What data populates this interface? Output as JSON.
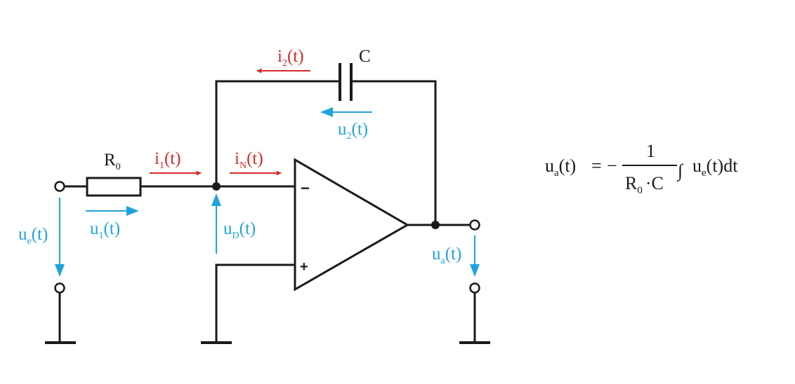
{
  "colors": {
    "wire": "#1a1a1a",
    "current": "#d42a2a",
    "voltage": "#1fa3dc",
    "background": "#ffffff"
  },
  "components": {
    "resistor": {
      "base": "R",
      "sub": "0"
    },
    "capacitor": {
      "text": "C"
    },
    "opamp": {
      "inverting": "−",
      "noninverting": "+"
    }
  },
  "currents": {
    "i1": {
      "base": "i",
      "sub": "1",
      "tail": "(t)"
    },
    "iN": {
      "base": "i",
      "sub": "N",
      "tail": "(t)"
    },
    "i2": {
      "base": "i",
      "sub": "2",
      "tail": "(t)"
    }
  },
  "voltages": {
    "ue": {
      "base": "u",
      "sub": "e",
      "tail": "(t)"
    },
    "u1": {
      "base": "u",
      "sub": "1",
      "tail": "(t)"
    },
    "uD": {
      "base": "u",
      "sub": "D",
      "tail": "(t)"
    },
    "u2": {
      "base": "u",
      "sub": "2",
      "tail": "(t)"
    },
    "ua": {
      "base": "u",
      "sub": "a",
      "tail": "(t)"
    }
  },
  "formula": {
    "lhs_base": "u",
    "lhs_sub": "a",
    "lhs_tail": "(t)",
    "equals": "=",
    "minus": "−",
    "numerator": "1",
    "den_r_base": "R",
    "den_r_sub": "0",
    "den_dot": "·",
    "den_c": "C",
    "integral": "∫",
    "int_base": "u",
    "int_sub": "e",
    "int_tail": "(t)",
    "int_dt": "dt"
  }
}
